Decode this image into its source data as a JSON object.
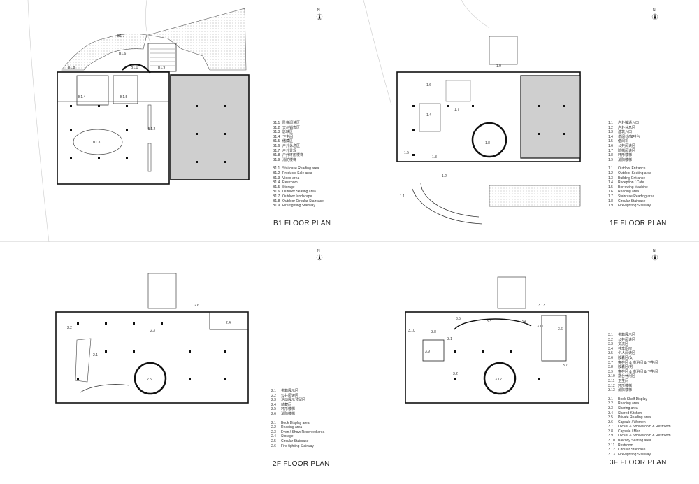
{
  "sheets": {
    "b1": {
      "title": "B1 FLOOR PLAN",
      "north": "N",
      "legend_cn": [
        [
          "B1.1",
          "阶梯阅读区"
        ],
        [
          "B1.2",
          "文创销售区"
        ],
        [
          "B1.3",
          "影映区"
        ],
        [
          "B1.4",
          "卫生间"
        ],
        [
          "B1.5",
          "储藏区"
        ],
        [
          "B1.6",
          "户外休息区"
        ],
        [
          "B1.7",
          "户外景观"
        ],
        [
          "B1.8",
          "户外环形楼梯"
        ],
        [
          "B1.9",
          "消防楼梯"
        ]
      ],
      "legend_en": [
        [
          "B1.1",
          "Staircase Reading area"
        ],
        [
          "B1.2",
          "Products Sale  area"
        ],
        [
          "B1.3",
          "Video area"
        ],
        [
          "B1.4",
          "Restroom"
        ],
        [
          "B1.5",
          "Storage"
        ],
        [
          "B1.6",
          "Outdoor Seating area"
        ],
        [
          "B1.7",
          "Outdoor landscape"
        ],
        [
          "B1.8",
          "Outdoor Circular Staircase"
        ],
        [
          "B1.9",
          "Fire-fighting Stairway"
        ]
      ],
      "labels": [
        "B1.1",
        "B1.2",
        "B1.3",
        "B1.4",
        "B1.5",
        "B1.6",
        "B1.7",
        "B1.8",
        "B1.9"
      ]
    },
    "f1": {
      "title": "1F FLOOR PLAN",
      "north": "N",
      "legend_cn": [
        [
          "1.1",
          "户外接通入口"
        ],
        [
          "1.2",
          "户外休息区"
        ],
        [
          "1.3",
          "建筑入口"
        ],
        [
          "1.4",
          "借阅处/咖啡台"
        ],
        [
          "1.5",
          "借阅机"
        ],
        [
          "1.6",
          "公共阅读区"
        ],
        [
          "1.7",
          "阶梯阅读区"
        ],
        [
          "1.8",
          "环形楼梯"
        ],
        [
          "1.9",
          "消防楼梯"
        ]
      ],
      "legend_en": [
        [
          "1.1",
          "Outdoor Entrance"
        ],
        [
          "1.2",
          "Outdoor Seating area"
        ],
        [
          "1.3",
          "Building Entrance"
        ],
        [
          "1.4",
          "Reception / Cafe"
        ],
        [
          "1.5",
          "Borrowing Machine"
        ],
        [
          "1.6",
          "Reading area"
        ],
        [
          "1.7",
          "Staircase Reading area"
        ],
        [
          "1.8",
          "Circular Staircase"
        ],
        [
          "1.9",
          "Fire-fighting Stairway"
        ]
      ],
      "labels": [
        "1.1",
        "1.2",
        "1.3",
        "1.4",
        "1.5",
        "1.6",
        "1.7",
        "1.8",
        "1.9"
      ]
    },
    "f2": {
      "title": "2F FLOOR PLAN",
      "north": "N",
      "legend_cn": [
        [
          "2.1",
          "书籍展示区"
        ],
        [
          "2.2",
          "公共阅读区"
        ],
        [
          "2.3",
          "活动展示预留区"
        ],
        [
          "2.4",
          "储藏间"
        ],
        [
          "2.5",
          "环形楼梯"
        ],
        [
          "2.6",
          "消防楼梯"
        ]
      ],
      "legend_en": [
        [
          "2.1",
          "Book Display area"
        ],
        [
          "2.2",
          "Reading area"
        ],
        [
          "2.3",
          "Even / Show Reserved area"
        ],
        [
          "2.4",
          "Storage"
        ],
        [
          "2.5",
          "Circular Staircase"
        ],
        [
          "2.6",
          "Fire-fighting Stairway"
        ]
      ],
      "labels": [
        "2.1",
        "2.2",
        "2.3",
        "2.4",
        "2.5",
        "2.6"
      ]
    },
    "f3": {
      "title": "3F FLOOR PLAN",
      "north": "N",
      "legend_cn": [
        [
          "3.1",
          "书籍展示区"
        ],
        [
          "3.2",
          "公共阅读区"
        ],
        [
          "3.3",
          "交流区"
        ],
        [
          "3.4",
          "共享厨房"
        ],
        [
          "3.5",
          "个人阅读区"
        ],
        [
          "3.6",
          "胶囊区/女"
        ],
        [
          "3.7",
          "寄存区 & 淋浴间 & 卫生间"
        ],
        [
          "3.8",
          "胶囊区/男"
        ],
        [
          "3.9",
          "寄存区 & 淋浴间 & 卫生间"
        ],
        [
          "3.10",
          "露台休闲区"
        ],
        [
          "3.11",
          "卫生间"
        ],
        [
          "3.12",
          "环形楼梯"
        ],
        [
          "3.13",
          "消防楼梯"
        ]
      ],
      "legend_en": [
        [
          "3.1",
          "Book Shelf Display"
        ],
        [
          "3.2",
          "Reading area"
        ],
        [
          "3.3",
          "Sharing area"
        ],
        [
          "3.4",
          "Shared Kitchen"
        ],
        [
          "3.5",
          "Private Reading area"
        ],
        [
          "3.6",
          "Capsule / Women"
        ],
        [
          "3.7",
          "Locker & Showeroom & Restroom"
        ],
        [
          "3.8",
          "Capsule / Men"
        ],
        [
          "3.9",
          "Locker & Showeroom & Restroom"
        ],
        [
          "3.10",
          "Balcony Seating area"
        ],
        [
          "3.11",
          "Restroom"
        ],
        [
          "3.12",
          "Circular Staircase"
        ],
        [
          "3.13",
          "Fire-fighting Stairway"
        ]
      ],
      "labels": [
        "3.1",
        "3.2",
        "3.3",
        "3.4",
        "3.5",
        "3.6",
        "3.7",
        "3.8",
        "3.9",
        "3.10",
        "3.11",
        "3.12",
        "3.13"
      ]
    }
  }
}
